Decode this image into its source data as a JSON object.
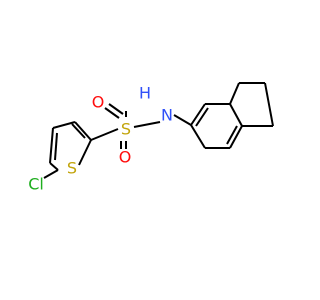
{
  "molecule": {
    "atoms": {
      "chlorine": {
        "symbol": "Cl",
        "color": "#1fae1f"
      },
      "thiophene_sulfur": {
        "symbol": "S",
        "color": "#c2a40a"
      },
      "sulfonyl_sulfur": {
        "symbol": "S",
        "color": "#c2a40a"
      },
      "oxygen_upper": {
        "symbol": "O",
        "color": "#ff0d0d"
      },
      "oxygen_lower": {
        "symbol": "O",
        "color": "#ff0d0d"
      },
      "nitrogen": {
        "symbol": "N",
        "color": "#3050f8"
      },
      "amine_hydrogen": {
        "symbol": "H",
        "color": "#3050f8"
      }
    }
  }
}
